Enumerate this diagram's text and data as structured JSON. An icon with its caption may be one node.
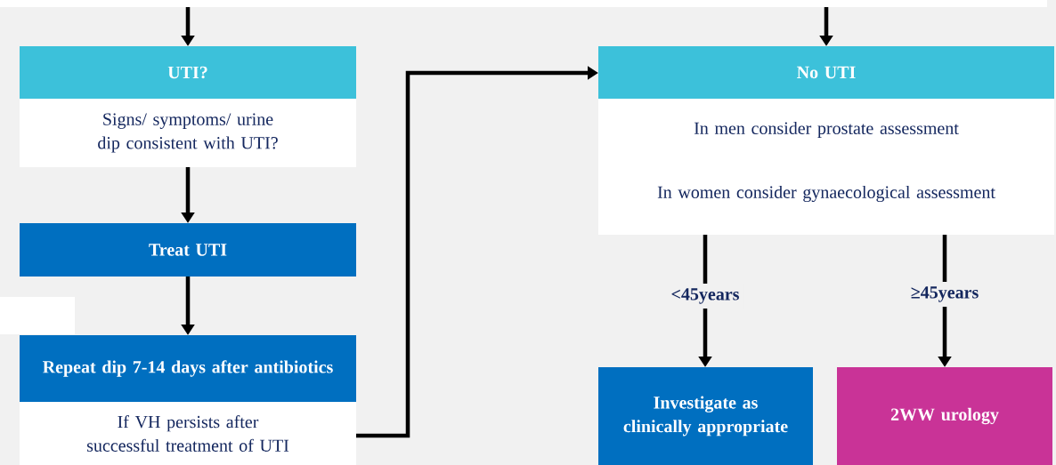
{
  "diagram": {
    "nodes": [
      {
        "text": [],
        "shape": "box"
      },
      {
        "text": [
          "UTI?",
          "Signs/ symptoms/ urine dip consistent with UTI?"
        ]
      },
      {
        "text": [
          "Treat UTI"
        ]
      },
      {
        "text": [
          "Repeat dip 7-14 days after antibiotics",
          "If VH persists after successful treatment of UTI"
        ]
      },
      {
        "text": [
          "No UTI",
          "In men consider prostate assessment",
          "In women consider gynaecological assessment"
        ]
      },
      {
        "text": [
          "Investigate as clinically appropriate"
        ]
      },
      {
        "text": [
          "2WW urology"
        ]
      }
    ],
    "edges": [
      {
        "from": 0,
        "to": 1,
        "arrow": "to"
      },
      {
        "from": 0,
        "to": 4,
        "arrow": "to"
      },
      {
        "from": 1,
        "to": 2,
        "arrow": "to"
      },
      {
        "from": 2,
        "to": 3,
        "arrow": "to"
      },
      {
        "from": 3,
        "to": 4,
        "arrow": "to"
      },
      {
        "from": 4,
        "to": 5,
        "label": "<45years",
        "arrow": "to"
      },
      {
        "from": 4,
        "to": 6,
        "label": "≥45years",
        "arrow": "to"
      }
    ]
  }
}
